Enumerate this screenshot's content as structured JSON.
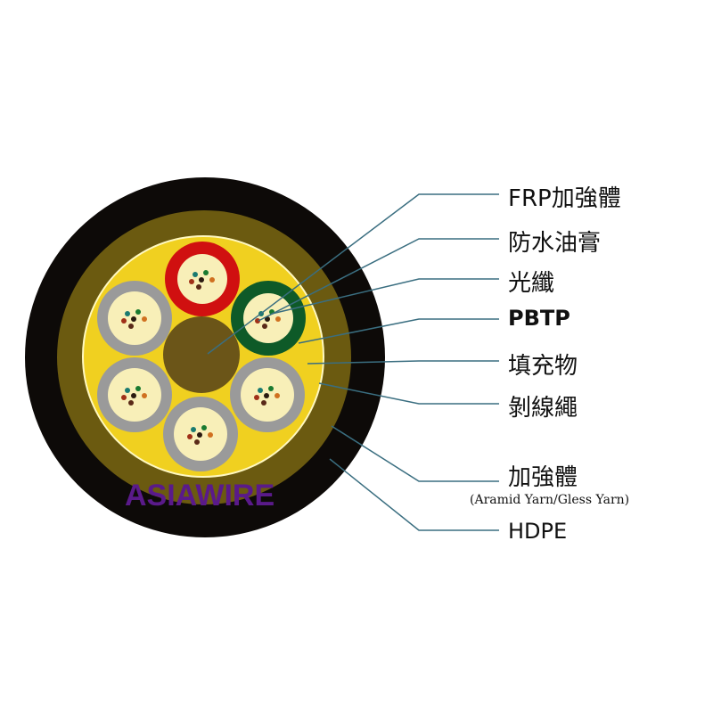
{
  "brand": "ASIAWIRE",
  "labels": {
    "frp": "FRP加強體",
    "gel": "防水油膏",
    "fiber": "光纖",
    "pbtp": "PBTP",
    "filler": "填充物",
    "ripcord": "剝線繩",
    "strength": "加強體",
    "strength_sub": "(Aramid Yarn/Gless Yarn)",
    "hdpe": "HDPE"
  },
  "colors": {
    "jacket": "#0d0a08",
    "armor": "#6b5a10",
    "filler": "#f0d020",
    "center": "#6b5518",
    "tube_red": "#d01010",
    "tube_green": "#0e5a28",
    "tube_gray": "#9a9a9a",
    "tube_inner": "#f8efb8",
    "leader": "#3a6e80"
  }
}
